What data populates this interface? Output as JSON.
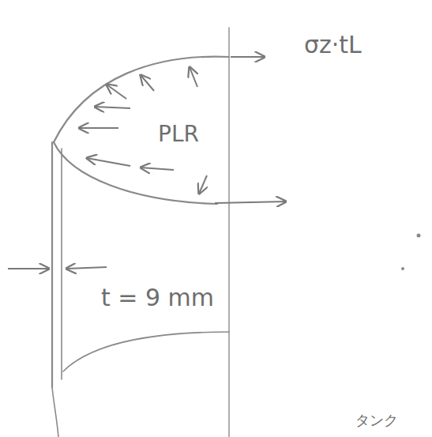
{
  "diagram": {
    "labels": [
      "σz·tL",
      "PLR",
      "t = 9 mm",
      "タンク"
    ]
  }
}
